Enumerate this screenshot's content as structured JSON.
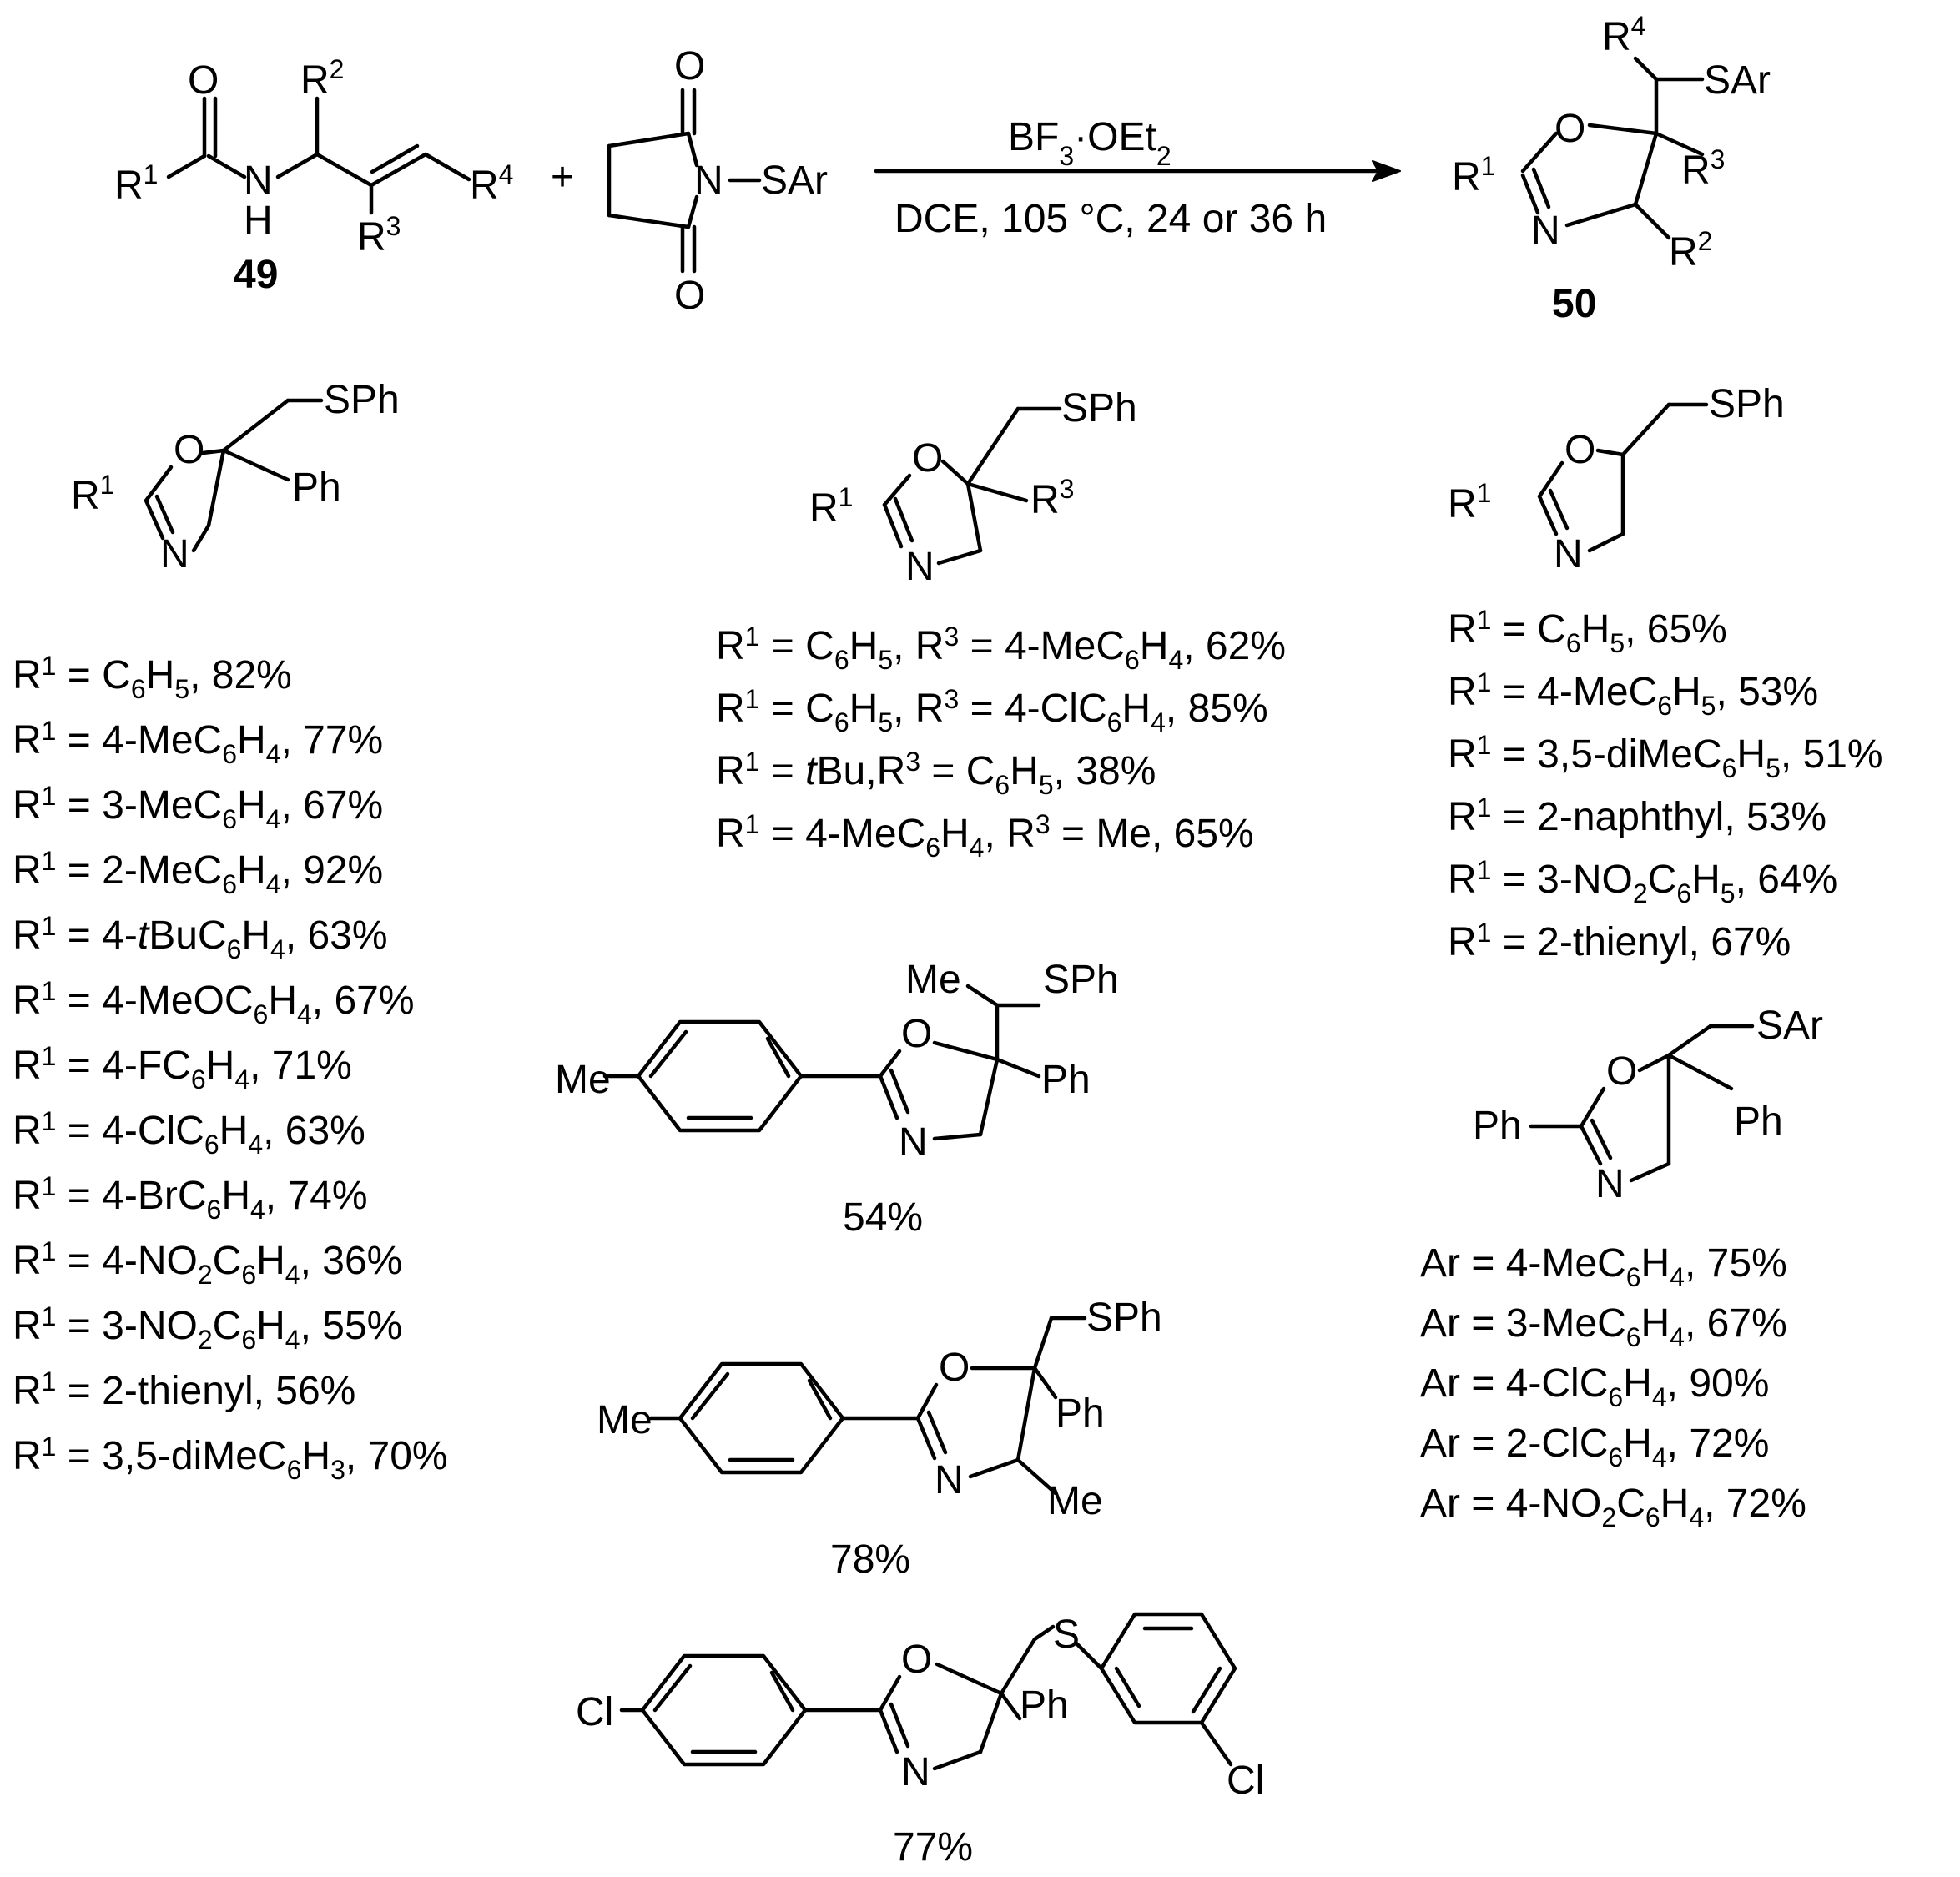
{
  "scheme": {
    "plus": "+",
    "reagent_line_html": "BF<tspan baseline-shift=\"sub\" font-size=\"32\">3</tspan>·OEt<tspan baseline-shift=\"sub\" font-size=\"32\">2</tspan>",
    "conditions": "DCE, 105 °C, 24 or 36 h",
    "compound_49": "49",
    "compound_50": "50"
  },
  "atoms": {
    "O": "O",
    "N": "N",
    "H": "H",
    "S": "S",
    "Cl": "Cl",
    "SAr": "SAr",
    "SPh": "SPh",
    "Ph": "Ph",
    "Me": "Me"
  },
  "groups": {
    "r1": "R",
    "r1_sup": "1",
    "r2": "R",
    "r2_sup": "2",
    "r3": "R",
    "r3_sup": "3",
    "r4": "R",
    "r4_sup": "4"
  },
  "col1_entries": [
    "R<tspan dy=\"-16\" font-size=\"32\">1</tspan><tspan dy=\"16\"> = C</tspan><tspan dy=\"12\" font-size=\"32\">6</tspan><tspan dy=\"-12\">H</tspan><tspan dy=\"12\" font-size=\"32\">5</tspan><tspan dy=\"-12\">, 82%</tspan>",
    "R<tspan dy=\"-16\" font-size=\"32\">1</tspan><tspan dy=\"16\"> = 4-MeC</tspan><tspan dy=\"12\" font-size=\"32\">6</tspan><tspan dy=\"-12\">H</tspan><tspan dy=\"12\" font-size=\"32\">4</tspan><tspan dy=\"-12\">, 77%</tspan>",
    "R<tspan dy=\"-16\" font-size=\"32\">1</tspan><tspan dy=\"16\"> = 3-MeC</tspan><tspan dy=\"12\" font-size=\"32\">6</tspan><tspan dy=\"-12\">H</tspan><tspan dy=\"12\" font-size=\"32\">4</tspan><tspan dy=\"-12\">, 67%</tspan>",
    "R<tspan dy=\"-16\" font-size=\"32\">1</tspan><tspan dy=\"16\"> = 2-MeC</tspan><tspan dy=\"12\" font-size=\"32\">6</tspan><tspan dy=\"-12\">H</tspan><tspan dy=\"12\" font-size=\"32\">4</tspan><tspan dy=\"-12\">, 92%</tspan>",
    "R<tspan dy=\"-16\" font-size=\"32\">1</tspan><tspan dy=\"16\"> = 4-</tspan><tspan font-style=\"italic\">t</tspan><tspan>BuC</tspan><tspan dy=\"12\" font-size=\"32\">6</tspan><tspan dy=\"-12\">H</tspan><tspan dy=\"12\" font-size=\"32\">4</tspan><tspan dy=\"-12\">, 63%</tspan>",
    "R<tspan dy=\"-16\" font-size=\"32\">1</tspan><tspan dy=\"16\"> = 4-MeOC</tspan><tspan dy=\"12\" font-size=\"32\">6</tspan><tspan dy=\"-12\">H</tspan><tspan dy=\"12\" font-size=\"32\">4</tspan><tspan dy=\"-12\">, 67%</tspan>",
    "R<tspan dy=\"-16\" font-size=\"32\">1</tspan><tspan dy=\"16\"> = 4-FC</tspan><tspan dy=\"12\" font-size=\"32\">6</tspan><tspan dy=\"-12\">H</tspan><tspan dy=\"12\" font-size=\"32\">4</tspan><tspan dy=\"-12\">, 71%</tspan>",
    "R<tspan dy=\"-16\" font-size=\"32\">1</tspan><tspan dy=\"16\"> = 4-ClC</tspan><tspan dy=\"12\" font-size=\"32\">6</tspan><tspan dy=\"-12\">H</tspan><tspan dy=\"12\" font-size=\"32\">4</tspan><tspan dy=\"-12\">, 63%</tspan>",
    "R<tspan dy=\"-16\" font-size=\"32\">1</tspan><tspan dy=\"16\"> = 4-BrC</tspan><tspan dy=\"12\" font-size=\"32\">6</tspan><tspan dy=\"-12\">H</tspan><tspan dy=\"12\" font-size=\"32\">4</tspan><tspan dy=\"-12\">, 74%</tspan>",
    "R<tspan dy=\"-16\" font-size=\"32\">1</tspan><tspan dy=\"16\"> = 4-NO</tspan><tspan dy=\"12\" font-size=\"32\">2</tspan><tspan dy=\"-12\">C</tspan><tspan dy=\"12\" font-size=\"32\">6</tspan><tspan dy=\"-12\">H</tspan><tspan dy=\"12\" font-size=\"32\">4</tspan><tspan dy=\"-12\">, 36%</tspan>",
    "R<tspan dy=\"-16\" font-size=\"32\">1</tspan><tspan dy=\"16\"> = 3-NO</tspan><tspan dy=\"12\" font-size=\"32\">2</tspan><tspan dy=\"-12\">C</tspan><tspan dy=\"12\" font-size=\"32\">6</tspan><tspan dy=\"-12\">H</tspan><tspan dy=\"12\" font-size=\"32\">4</tspan><tspan dy=\"-12\">, 55%</tspan>",
    "R<tspan dy=\"-16\" font-size=\"32\">1</tspan><tspan dy=\"16\"> = 2-thienyl, 56%</tspan>",
    "R<tspan dy=\"-16\" font-size=\"32\">1</tspan><tspan dy=\"16\"> = 3,5-diMeC</tspan><tspan dy=\"12\" font-size=\"32\">6</tspan><tspan dy=\"-12\">H</tspan><tspan dy=\"12\" font-size=\"32\">3</tspan><tspan dy=\"-12\">, 70%</tspan>"
  ],
  "col2_entries": [
    "R<tspan dy=\"-16\" font-size=\"32\">1</tspan><tspan dy=\"16\"> = C</tspan><tspan dy=\"12\" font-size=\"32\">6</tspan><tspan dy=\"-12\">H</tspan><tspan dy=\"12\" font-size=\"32\">5</tspan><tspan dy=\"-12\">, R</tspan><tspan dy=\"-16\" font-size=\"32\">3</tspan><tspan dy=\"16\"> = 4-MeC</tspan><tspan dy=\"12\" font-size=\"32\">6</tspan><tspan dy=\"-12\">H</tspan><tspan dy=\"12\" font-size=\"32\">4</tspan><tspan dy=\"-12\">, 62%</tspan>",
    "R<tspan dy=\"-16\" font-size=\"32\">1</tspan><tspan dy=\"16\"> = C</tspan><tspan dy=\"12\" font-size=\"32\">6</tspan><tspan dy=\"-12\">H</tspan><tspan dy=\"12\" font-size=\"32\">5</tspan><tspan dy=\"-12\">, R</tspan><tspan dy=\"-16\" font-size=\"32\">3</tspan><tspan dy=\"16\"> = 4-ClC</tspan><tspan dy=\"12\" font-size=\"32\">6</tspan><tspan dy=\"-12\">H</tspan><tspan dy=\"12\" font-size=\"32\">4</tspan><tspan dy=\"-12\">, 85%</tspan>",
    "R<tspan dy=\"-16\" font-size=\"32\">1</tspan><tspan dy=\"16\"> = </tspan><tspan font-style=\"italic\">t</tspan><tspan>Bu,R</tspan><tspan dy=\"-16\" font-size=\"32\">3</tspan><tspan dy=\"16\"> = C</tspan><tspan dy=\"12\" font-size=\"32\">6</tspan><tspan dy=\"-12\">H</tspan><tspan dy=\"12\" font-size=\"32\">5</tspan><tspan dy=\"-12\">, 38%</tspan>",
    "R<tspan dy=\"-16\" font-size=\"32\">1</tspan><tspan dy=\"16\"> = 4-MeC</tspan><tspan dy=\"12\" font-size=\"32\">6</tspan><tspan dy=\"-12\">H</tspan><tspan dy=\"12\" font-size=\"32\">4</tspan><tspan dy=\"-12\">, R</tspan><tspan dy=\"-16\" font-size=\"32\">3</tspan><tspan dy=\"16\"> = Me, 65%</tspan>"
  ],
  "col3_entries": [
    "R<tspan dy=\"-16\" font-size=\"32\">1</tspan><tspan dy=\"16\"> = C</tspan><tspan dy=\"12\" font-size=\"32\">6</tspan><tspan dy=\"-12\">H</tspan><tspan dy=\"12\" font-size=\"32\">5</tspan><tspan dy=\"-12\">, 65%</tspan>",
    "R<tspan dy=\"-16\" font-size=\"32\">1</tspan><tspan dy=\"16\"> = 4-MeC</tspan><tspan dy=\"12\" font-size=\"32\">6</tspan><tspan dy=\"-12\">H</tspan><tspan dy=\"12\" font-size=\"32\">5</tspan><tspan dy=\"-12\">, 53%</tspan>",
    "R<tspan dy=\"-16\" font-size=\"32\">1</tspan><tspan dy=\"16\"> = 3,5-diMeC</tspan><tspan dy=\"12\" font-size=\"32\">6</tspan><tspan dy=\"-12\">H</tspan><tspan dy=\"12\" font-size=\"32\">5</tspan><tspan dy=\"-12\">, 51%</tspan>",
    "R<tspan dy=\"-16\" font-size=\"32\">1</tspan><tspan dy=\"16\"> = 2-naphthyl, 53%</tspan>",
    "R<tspan dy=\"-16\" font-size=\"32\">1</tspan><tspan dy=\"16\"> = 3-NO</tspan><tspan dy=\"12\" font-size=\"32\">2</tspan><tspan dy=\"-12\">C</tspan><tspan dy=\"12\" font-size=\"32\">6</tspan><tspan dy=\"-12\">H</tspan><tspan dy=\"12\" font-size=\"32\">5</tspan><tspan dy=\"-12\">, 64%</tspan>",
    "R<tspan dy=\"-16\" font-size=\"32\">1</tspan><tspan dy=\"16\"> = 2-thienyl, 67%</tspan>"
  ],
  "ar_entries": [
    "Ar = 4-MeC<tspan dy=\"12\" font-size=\"32\">6</tspan><tspan dy=\"-12\">H</tspan><tspan dy=\"12\" font-size=\"32\">4</tspan><tspan dy=\"-12\">, 75%</tspan>",
    "Ar = 3-MeC<tspan dy=\"12\" font-size=\"32\">6</tspan><tspan dy=\"-12\">H</tspan><tspan dy=\"12\" font-size=\"32\">4</tspan><tspan dy=\"-12\">, 67%</tspan>",
    "Ar = 4-ClC<tspan dy=\"12\" font-size=\"32\">6</tspan><tspan dy=\"-12\">H</tspan><tspan dy=\"12\" font-size=\"32\">4</tspan><tspan dy=\"-12\">, 90%</tspan>",
    "Ar = 2-ClC<tspan dy=\"12\" font-size=\"32\">6</tspan><tspan dy=\"-12\">H</tspan><tspan dy=\"12\" font-size=\"32\">4</tspan><tspan dy=\"-12\">, 72%</tspan>",
    "Ar = 4-NO<tspan dy=\"12\" font-size=\"32\">2</tspan><tspan dy=\"-12\">C</tspan><tspan dy=\"12\" font-size=\"32\">6</tspan><tspan dy=\"-12\">H</tspan><tspan dy=\"12\" font-size=\"32\">4</tspan><tspan dy=\"-12\">, 72%</tspan>"
  ],
  "yields": {
    "me_sph": "54%",
    "me_methyl": "78%",
    "dichloro": "77%"
  }
}
